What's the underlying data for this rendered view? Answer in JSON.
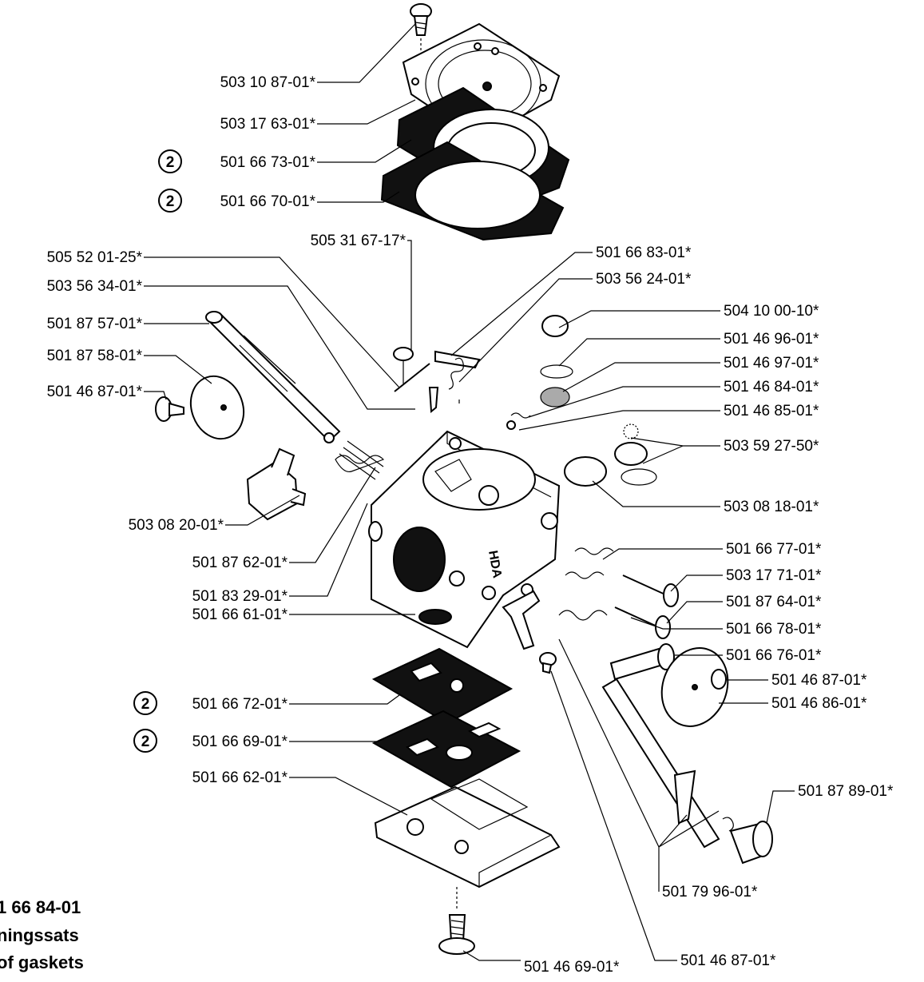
{
  "callouts": [
    {
      "id": "c1",
      "ref": "",
      "label": "503 10 87-01*"
    },
    {
      "id": "c2",
      "ref": "",
      "label": "503 17 63-01*"
    },
    {
      "id": "c3",
      "ref": "2",
      "label": "501 66 73-01*"
    },
    {
      "id": "c4",
      "ref": "2",
      "label": "501 66 70-01*"
    },
    {
      "id": "c5",
      "ref": "",
      "label": "505 31 67-17*"
    },
    {
      "id": "c6",
      "ref": "",
      "label": "505 52 01-25*"
    },
    {
      "id": "c7",
      "ref": "",
      "label": "503 56 34-01*"
    },
    {
      "id": "c8",
      "ref": "",
      "label": "501 87 57-01*"
    },
    {
      "id": "c9",
      "ref": "",
      "label": "501 87 58-01*"
    },
    {
      "id": "c10",
      "ref": "",
      "label": "501 46 87-01*"
    },
    {
      "id": "c11",
      "ref": "",
      "label": "501 66 83-01*"
    },
    {
      "id": "c12",
      "ref": "",
      "label": "503 56 24-01*"
    },
    {
      "id": "c13",
      "ref": "",
      "label": "504 10 00-10*"
    },
    {
      "id": "c14",
      "ref": "",
      "label": "501 46 96-01*"
    },
    {
      "id": "c15",
      "ref": "",
      "label": "501 46 97-01*"
    },
    {
      "id": "c16",
      "ref": "",
      "label": "501 46 84-01*"
    },
    {
      "id": "c17",
      "ref": "",
      "label": "501 46 85-01*"
    },
    {
      "id": "c18",
      "ref": "",
      "label": "503 59 27-50*"
    },
    {
      "id": "c19",
      "ref": "",
      "label": "503 08 18-01*"
    },
    {
      "id": "c20",
      "ref": "",
      "label": "503 08 20-01*"
    },
    {
      "id": "c21",
      "ref": "",
      "label": "501 87 62-01*"
    },
    {
      "id": "c22",
      "ref": "",
      "label": "501 83 29-01*"
    },
    {
      "id": "c23",
      "ref": "",
      "label": "501 66 77-01*"
    },
    {
      "id": "c24",
      "ref": "",
      "label": "503 17 71-01*"
    },
    {
      "id": "c25",
      "ref": "",
      "label": "501 87 64-01*"
    },
    {
      "id": "c26",
      "ref": "",
      "label": "501 66 78-01*"
    },
    {
      "id": "c27",
      "ref": "",
      "label": "501 66 76-01*"
    },
    {
      "id": "c28",
      "ref": "",
      "label": "501 66 61-01*"
    },
    {
      "id": "c29",
      "ref": "",
      "label": "501 46 87-01*"
    },
    {
      "id": "c30",
      "ref": "",
      "label": "501 46 86-01*"
    },
    {
      "id": "c31",
      "ref": "2",
      "label": "501 66 72-01*"
    },
    {
      "id": "c32",
      "ref": "2",
      "label": "501 66 69-01*"
    },
    {
      "id": "c33",
      "ref": "",
      "label": "501 66 62-01*"
    },
    {
      "id": "c34",
      "ref": "",
      "label": "501 87 89-01*"
    },
    {
      "id": "c35",
      "ref": "",
      "label": "501 79 96-01*"
    },
    {
      "id": "c36",
      "ref": "",
      "label": "501 46 87-01*"
    },
    {
      "id": "c37",
      "ref": "",
      "label": "501 46 69-01*"
    }
  ],
  "kit_note": {
    "line1": "1 66 84-01",
    "line2": "ningssats",
    "line3": "of gaskets"
  }
}
